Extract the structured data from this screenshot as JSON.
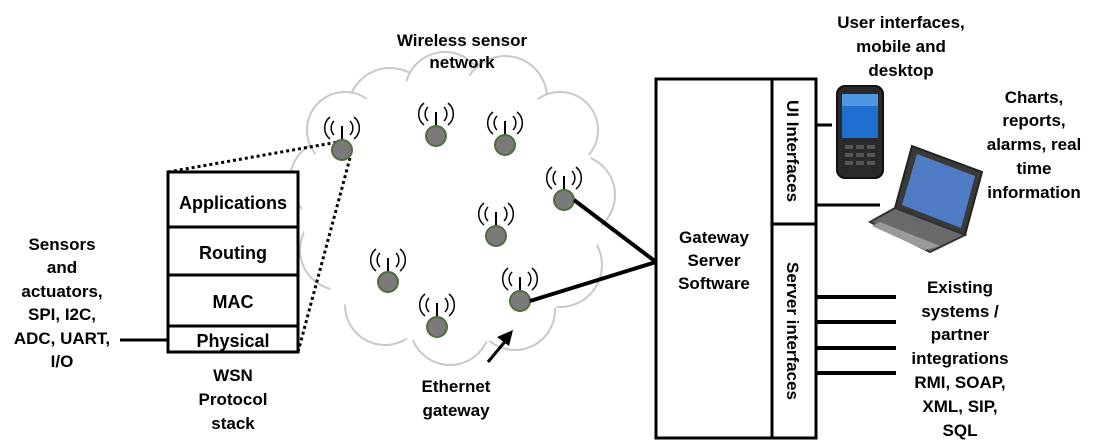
{
  "labels": {
    "wsn_title": [
      "Wireless sensor",
      "network"
    ],
    "sensors": [
      "Sensors",
      "and",
      "actuators,",
      "SPI, I2C,",
      "ADC, UART,",
      "I/O"
    ],
    "stack_caption": [
      "WSN",
      "Protocol",
      "stack"
    ],
    "ethernet": [
      "Ethernet",
      "gateway"
    ],
    "gateway": [
      "Gateway",
      "Server",
      "Software"
    ],
    "ui_interfaces": "UI Interfaces",
    "server_interfaces": "Server interfaces",
    "user_interfaces": [
      "User interfaces,",
      "mobile and",
      "desktop"
    ],
    "charts": [
      "Charts,",
      "reports,",
      "alarms, real",
      "time",
      "information"
    ],
    "existing": [
      "Existing",
      "systems /",
      "partner",
      "integrations",
      "RMI, SOAP,",
      "XML, SIP,",
      "SQL"
    ]
  },
  "protocol_stack": [
    "Applications",
    "Routing",
    "MAC",
    "Physical"
  ],
  "colors": {
    "node_fill": "#7a7a7a",
    "node_stroke": "#4e6e3a",
    "cloud_stroke": "#c8c8c8",
    "laptop_screen": "#4f7cc4",
    "phone_screen": "#1f6fd0"
  }
}
